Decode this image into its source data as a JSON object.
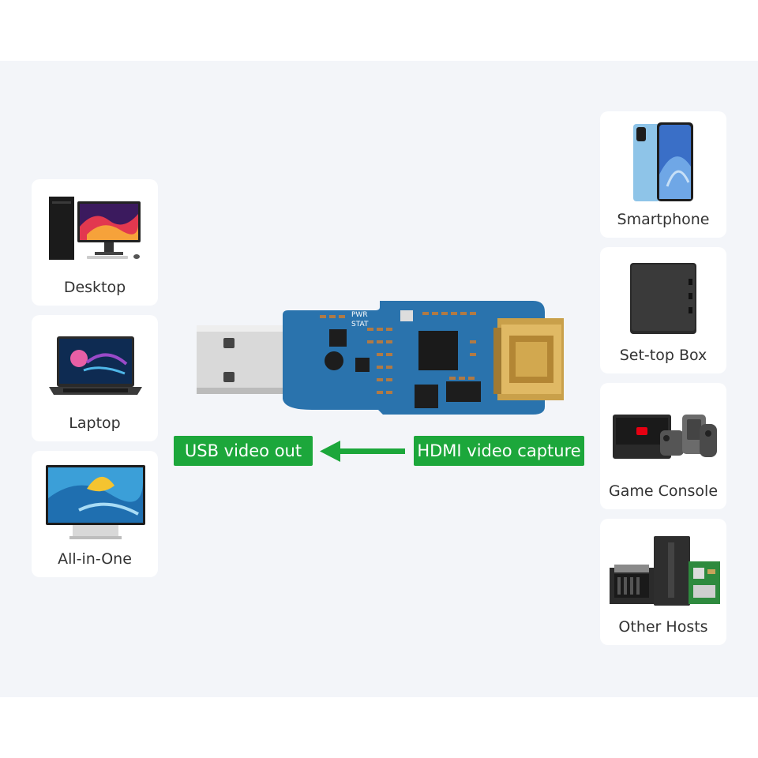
{
  "left_devices": [
    {
      "label": "Desktop",
      "icon": "desktop-icon"
    },
    {
      "label": "Laptop",
      "icon": "laptop-icon"
    },
    {
      "label": "All-in-One",
      "icon": "all-in-one-icon"
    }
  ],
  "right_devices": [
    {
      "label": "Smartphone",
      "icon": "smartphone-icon"
    },
    {
      "label": "Set-top Box",
      "icon": "set-top-box-icon"
    },
    {
      "label": "Game Console",
      "icon": "game-console-icon"
    },
    {
      "label": "Other Hosts",
      "icon": "other-hosts-icon"
    }
  ],
  "flow": {
    "output_label": "USB video out",
    "input_label": "HDMI video capture",
    "arrow_color": "#1ca73b"
  },
  "board": {
    "silkscreen_status": "STAT",
    "silkscreen_power": "PWR"
  },
  "colors": {
    "accent_green": "#1ca73b",
    "board_blue": "#2a73ad",
    "background": "#f3f5f9"
  }
}
